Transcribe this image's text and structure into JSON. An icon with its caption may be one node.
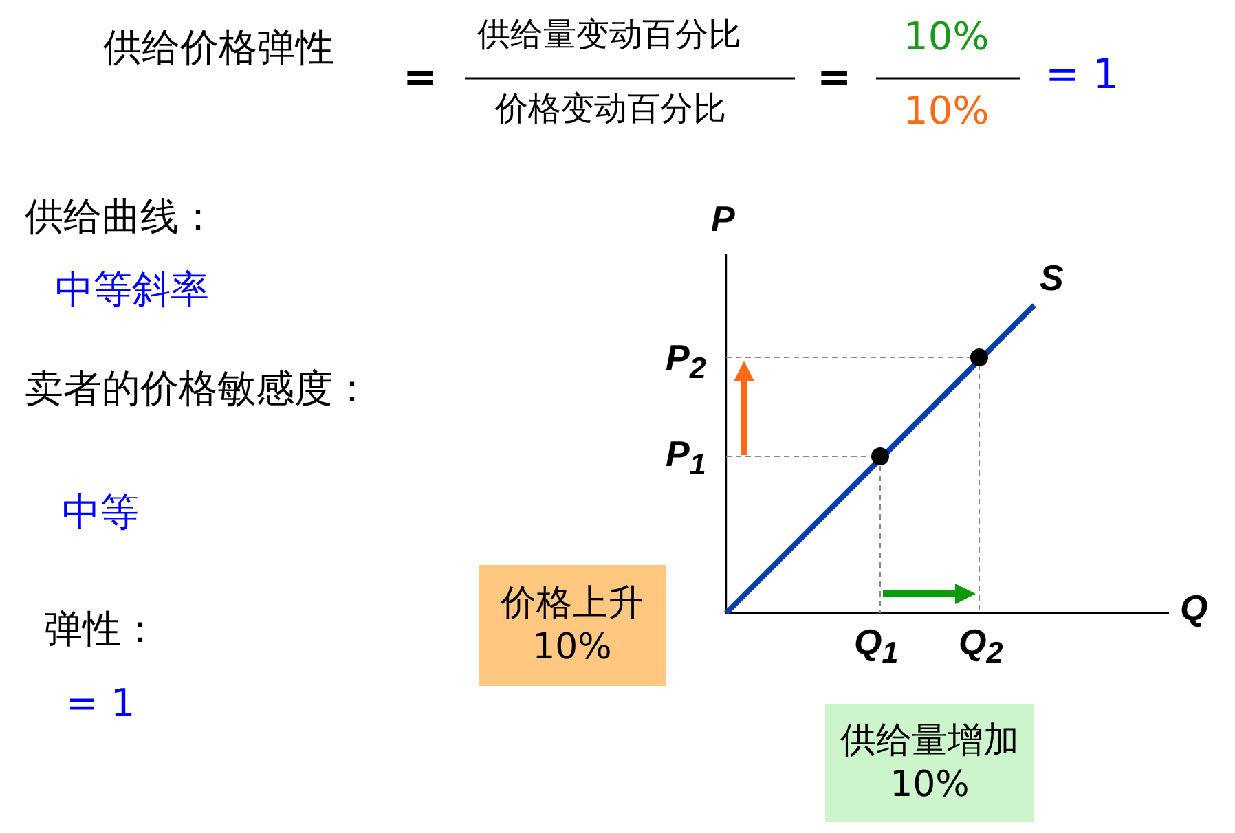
{
  "diagram": {
    "nodes": [
      {
        "text": [
          "价格上升10%"
        ]
      },
      {
        "text": [
          "供给量增加10%"
        ]
      }
    ],
    "labels": [
      "供给价格弹性",
      "=",
      "供给量变动百分比",
      "价格变动百分比",
      "=",
      "10%",
      "10%",
      "= 1",
      "供给曲线：",
      "中等斜率",
      "卖者的价格敏感度：",
      "中等",
      "弹性：",
      "= 1",
      "P",
      "S",
      "P$_{2}$",
      "P$_{1}$",
      "Q",
      "Q$_{1}$",
      "Q$_{2}$"
    ]
  }
}
